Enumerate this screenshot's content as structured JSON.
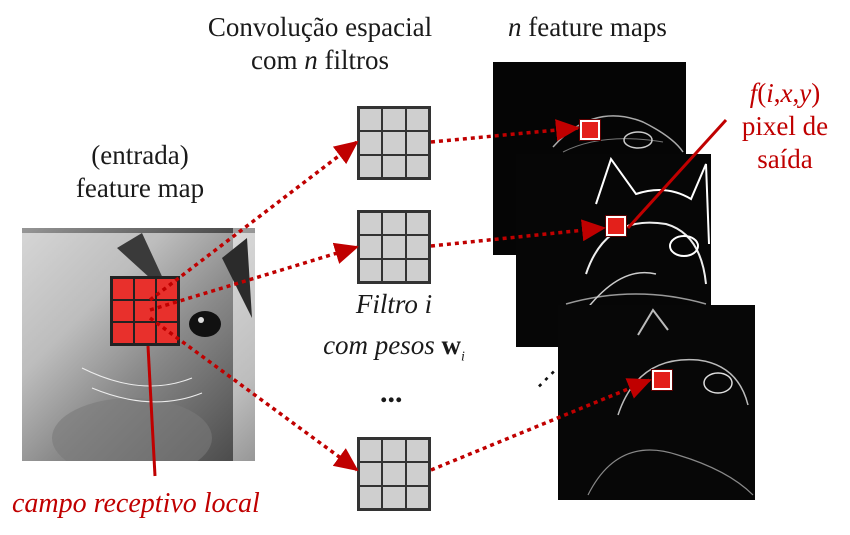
{
  "left_block": {
    "line1": "(entrada)",
    "line2": "feature map"
  },
  "middle_title": {
    "line1": "Convolução espacial",
    "line2_pre": "com ",
    "line2_n": "n",
    "line2_post": " filtros"
  },
  "right_title": {
    "n": "n",
    "rest": " feature maps"
  },
  "output_label": {
    "f": "f",
    "open": "(",
    "i": "i",
    "c1": ",",
    "x": "x",
    "c2": ",",
    "y": "y",
    "close": ")",
    "line2": "pixel de",
    "line3": "saída"
  },
  "filter_label": {
    "line1": "Filtro i",
    "line2_pre": "com pesos ",
    "w": "w",
    "sub": "i"
  },
  "middle_dots": "...",
  "bottom_label": "campo receptivo local",
  "colors": {
    "accent": "#c00000",
    "filter_fill": "#cfcfcf",
    "receptive_fill": "#e8302c"
  }
}
